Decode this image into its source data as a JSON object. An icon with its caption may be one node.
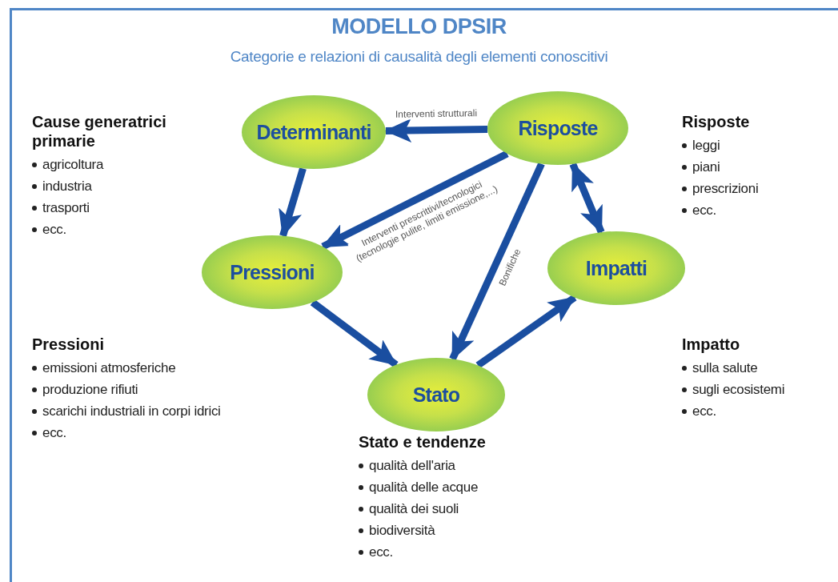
{
  "diagram": {
    "title": "MODELLO DPSIR",
    "nodes": [
      {
        "text": [
          "Determinanti"
        ]
      },
      {
        "text": [
          "Risposte"
        ]
      },
      {
        "text": [
          "Pressioni"
        ]
      },
      {
        "text": [
          "Impatti"
        ]
      },
      {
        "text": [
          "Stato"
        ]
      }
    ],
    "edges": [
      {
        "from": 1,
        "to": 0,
        "arrow": "to",
        "label": "Interventi strutturali"
      },
      {
        "from": 0,
        "to": 2,
        "arrow": "to"
      },
      {
        "from": 1,
        "to": 2,
        "arrow": "to",
        "label": "Interventi prescrittivi/tecnologici (tecnologie pulite, limiti emissione,...)"
      },
      {
        "from": 2,
        "to": 4,
        "arrow": "to"
      },
      {
        "from": 1,
        "to": 4,
        "arrow": "to",
        "label": "Bonifiche"
      },
      {
        "from": 4,
        "to": 3,
        "arrow": "to"
      },
      {
        "from": 3,
        "to": 1,
        "arrow": "both"
      }
    ],
    "labels": [
      "Categorie e relazioni di causalità degli elementi conoscitivi",
      "Cause generatrici primarie",
      "agricoltura",
      "industria",
      "trasporti",
      "ecc.",
      "Risposte",
      "leggi",
      "piani",
      "prescrizioni",
      "ecc.",
      "Pressioni",
      "emissioni atmosferiche",
      "produzione rifiuti",
      "scarichi industriali in corpi idrici",
      "ecc.",
      "Impatto",
      "sulla salute",
      "sugli ecosistemi",
      "ecc.",
      "Stato e tendenze",
      "qualità dell'aria",
      "qualità delle acque",
      "qualità dei suoli",
      "biodiversità",
      "ecc."
    ]
  }
}
